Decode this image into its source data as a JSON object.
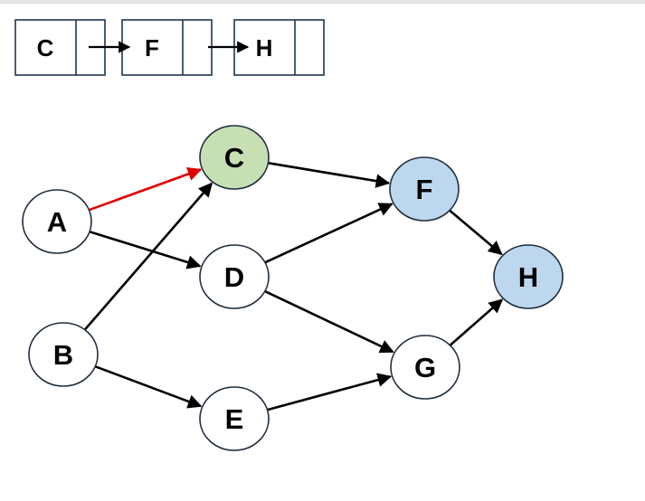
{
  "linked_list": {
    "nodes": [
      "C",
      "F",
      "H"
    ]
  },
  "graph": {
    "nodes": [
      {
        "id": "A",
        "label": "A",
        "fill": "#ffffff"
      },
      {
        "id": "B",
        "label": "B",
        "fill": "#ffffff"
      },
      {
        "id": "C",
        "label": "C",
        "fill": "#c6e0b4"
      },
      {
        "id": "D",
        "label": "D",
        "fill": "#ffffff"
      },
      {
        "id": "E",
        "label": "E",
        "fill": "#ffffff"
      },
      {
        "id": "F",
        "label": "F",
        "fill": "#bdd7ee"
      },
      {
        "id": "G",
        "label": "G",
        "fill": "#ffffff"
      },
      {
        "id": "H",
        "label": "H",
        "fill": "#bdd7ee"
      }
    ],
    "edges": [
      {
        "from": "A",
        "to": "C",
        "color": "#e00000",
        "highlighted": true
      },
      {
        "from": "A",
        "to": "D",
        "color": "#000000",
        "highlighted": false
      },
      {
        "from": "B",
        "to": "C",
        "color": "#000000",
        "highlighted": false
      },
      {
        "from": "B",
        "to": "E",
        "color": "#000000",
        "highlighted": false
      },
      {
        "from": "C",
        "to": "F",
        "color": "#000000",
        "highlighted": false
      },
      {
        "from": "D",
        "to": "F",
        "color": "#000000",
        "highlighted": false
      },
      {
        "from": "D",
        "to": "G",
        "color": "#000000",
        "highlighted": false
      },
      {
        "from": "E",
        "to": "G",
        "color": "#000000",
        "highlighted": false
      },
      {
        "from": "F",
        "to": "H",
        "color": "#000000",
        "highlighted": false
      },
      {
        "from": "G",
        "to": "H",
        "color": "#000000",
        "highlighted": false
      }
    ]
  },
  "colors": {
    "node_stroke": "#1f2d3d",
    "box_stroke": "#1f3550",
    "highlight_edge": "#e00000",
    "visited_node": "#c6e0b4",
    "queued_node": "#bdd7ee"
  }
}
